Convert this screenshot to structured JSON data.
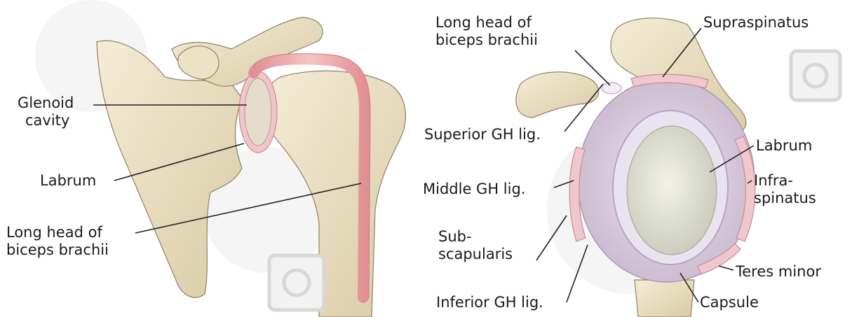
{
  "left_panel": {
    "labels": {
      "glenoid_cavity": [
        "Glenoid",
        "cavity"
      ],
      "labrum": "Labrum",
      "long_head": [
        "Long head of",
        "biceps brachii"
      ]
    }
  },
  "right_panel": {
    "labels": {
      "long_head": [
        "Long head of",
        "biceps brachii"
      ],
      "supraspinatus": "Supraspinatus",
      "superior_gh": "Superior GH lig.",
      "labrum": "Labrum",
      "middle_gh": "Middle GH lig.",
      "infraspinatus": [
        "Infra-",
        "spinatus"
      ],
      "subscapularis": [
        "Sub-",
        "scapularis"
      ],
      "teres_minor": "Teres minor",
      "inferior_gh": "Inferior GH lig.",
      "capsule": "Capsule"
    }
  },
  "colors": {
    "bone": "#efe6cc",
    "bone_shadow": "#cdbf98",
    "tendon": "#e9a3a3",
    "labrum": "#f1c4cb",
    "capsule": "#ddd2e0",
    "cavity": "#dcdcd0"
  },
  "icons": [
    "watermark-logo-icon"
  ]
}
